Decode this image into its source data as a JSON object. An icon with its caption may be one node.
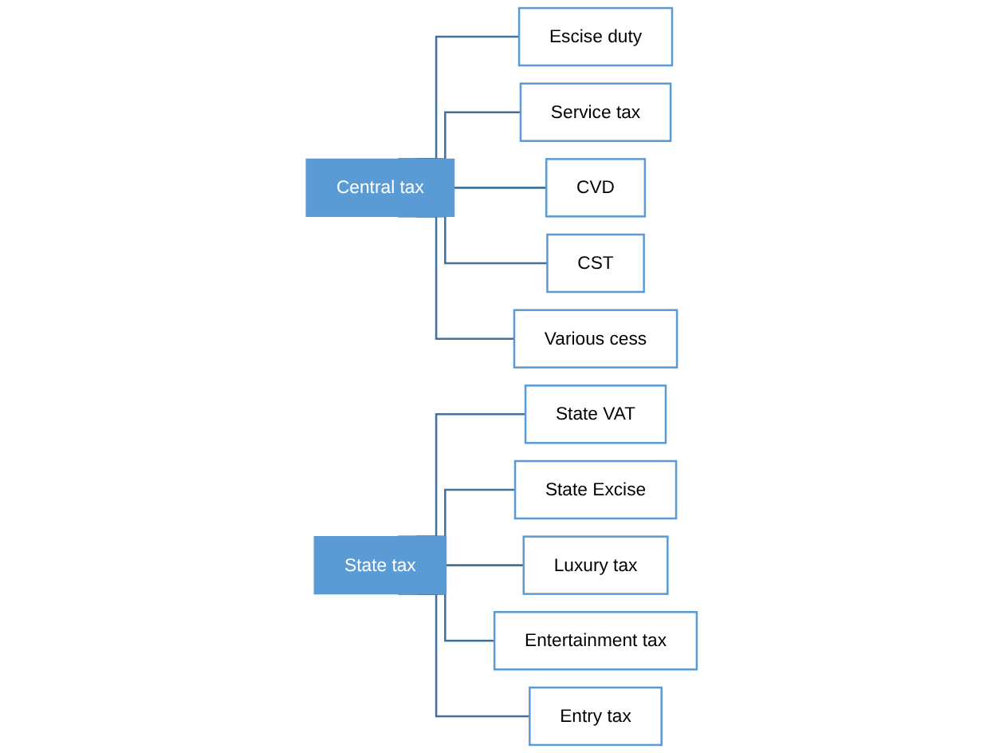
{
  "diagram": {
    "nodes": [
      {
        "text": [
          "Central tax"
        ]
      },
      {
        "text": [
          "Escise duty"
        ]
      },
      {
        "text": [
          "Service tax"
        ]
      },
      {
        "text": [
          "CVD"
        ]
      },
      {
        "text": [
          "CST"
        ]
      },
      {
        "text": [
          "Various cess"
        ]
      },
      {
        "text": [
          "State tax"
        ]
      },
      {
        "text": [
          "State VAT"
        ]
      },
      {
        "text": [
          "State Excise"
        ]
      },
      {
        "text": [
          "Luxury tax"
        ]
      },
      {
        "text": [
          "Entertainment tax"
        ]
      },
      {
        "text": [
          "Entry tax"
        ]
      }
    ],
    "edges": [
      {
        "from": 0,
        "to": 1,
        "arrow": "none"
      },
      {
        "from": 0,
        "to": 2,
        "arrow": "none"
      },
      {
        "from": 0,
        "to": 3,
        "arrow": "none"
      },
      {
        "from": 0,
        "to": 4,
        "arrow": "none"
      },
      {
        "from": 0,
        "to": 5,
        "arrow": "none"
      },
      {
        "from": 6,
        "to": 7,
        "arrow": "none"
      },
      {
        "from": 6,
        "to": 8,
        "arrow": "none"
      },
      {
        "from": 6,
        "to": 9,
        "arrow": "none"
      },
      {
        "from": 6,
        "to": 10,
        "arrow": "none"
      },
      {
        "from": 6,
        "to": 11,
        "arrow": "none"
      }
    ]
  }
}
